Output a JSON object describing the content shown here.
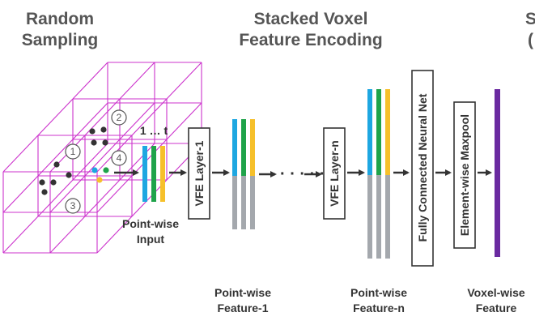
{
  "colors": {
    "voxel": "#cc33cc",
    "blue": "#1ea7e1",
    "green": "#1fa34a",
    "yellow": "#f6c02b",
    "gray": "#a4a8ad",
    "purple": "#6a2aa0",
    "point": "#333333",
    "arrow": "#333333"
  },
  "headers": {
    "random_sampling": [
      "Random",
      "Sampling"
    ],
    "stacked_vfe": [
      "Stacked Voxel",
      "Feature Encoding"
    ],
    "cut_right": [
      "S",
      "("
    ]
  },
  "voxel_labels": [
    "1",
    "2",
    "3",
    "4"
  ],
  "input_index": "1 … t",
  "layers": {
    "vfe_1": "VFE Layer-1",
    "vfe_n": "VFE Layer-n",
    "fcn": "Fully Connected Neural Net",
    "maxpool": "Element-wise Maxpool"
  },
  "ellipsis": "· · · · ·",
  "captions": {
    "pointwise_input": [
      "Point-wise",
      "Input"
    ],
    "feature_1": [
      "Point-wise",
      "Feature-1"
    ],
    "feature_n": [
      "Point-wise",
      "Feature-n"
    ],
    "voxelwise": [
      "Voxel-wise",
      "Feature"
    ]
  }
}
